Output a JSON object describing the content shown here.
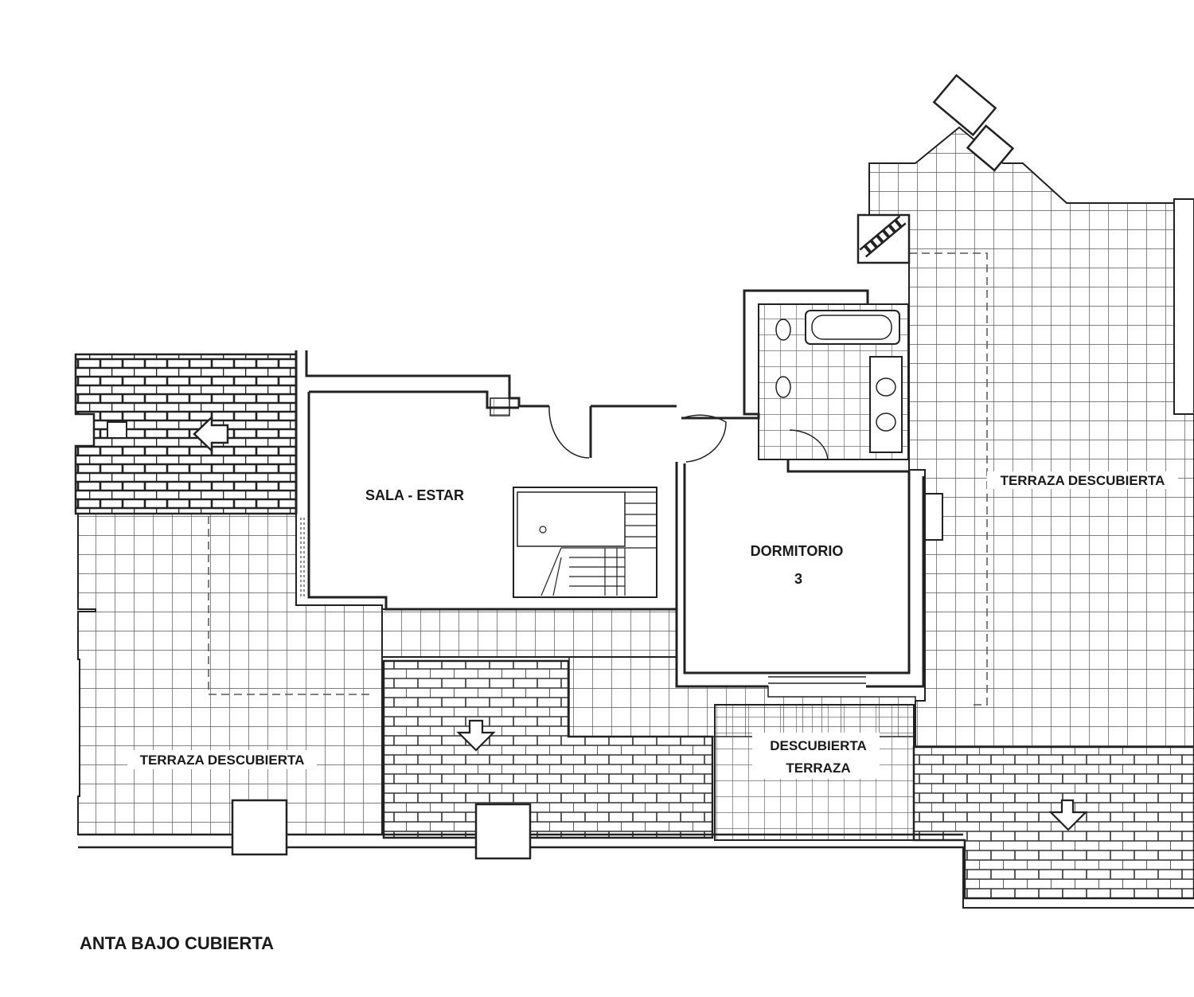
{
  "plan": {
    "caption": "ANTA BAJO CUBIERTA",
    "rooms": {
      "sala_estar": "SALA - ESTAR",
      "dormitorio": "DORMITORIO",
      "dormitorio_number": "3",
      "terraza_right": "TERRAZA DESCUBIERTA",
      "terraza_left": "TERRAZA DESCUBIERTA",
      "descubierta_line1": "DESCUBIERTA",
      "descubierta_line2": "TERRAZA"
    }
  },
  "colors": {
    "line": "#222222",
    "tile": "#555555",
    "background": "#ffffff"
  }
}
